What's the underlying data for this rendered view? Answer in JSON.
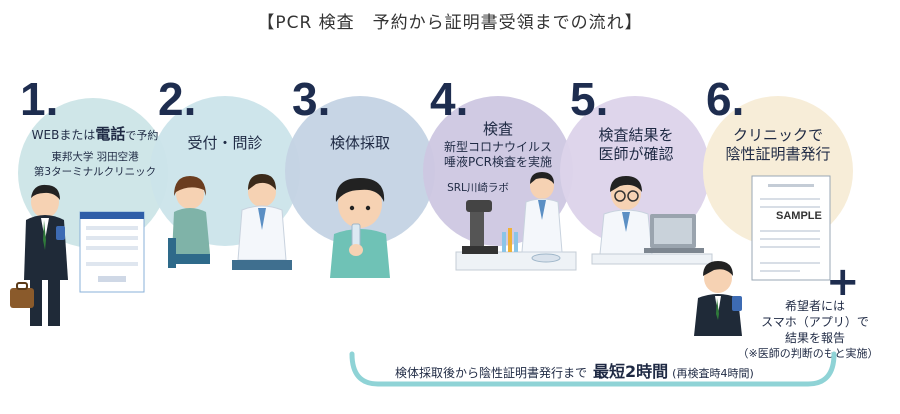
{
  "title": "【PCR 検査　予約から証明書受領までの流れ】",
  "steps": [
    {
      "number": "1.",
      "line1": "WEBまたは",
      "line1_em": "電話",
      "line1_tail": "で予約",
      "line2": "東邦大学 羽田空港",
      "line3": "第3ターミナルクリニック"
    },
    {
      "number": "2.",
      "line1": "受付・問診"
    },
    {
      "number": "3.",
      "line1": "検体採取"
    },
    {
      "number": "4.",
      "line1": "検査",
      "line2": "新型コロナウイルス",
      "line3": "唾液PCR検査を実施",
      "line4": "SRL川崎ラボ"
    },
    {
      "number": "5.",
      "line1": "検査結果を",
      "line2": "医師が確認"
    },
    {
      "number": "6.",
      "line1": "クリニックで",
      "line2": "陰性証明書発行"
    }
  ],
  "certificate_sample": "SAMPLE",
  "extra": {
    "plus": "+",
    "line1": "希望者には",
    "line2": "スマホ（アプリ）で",
    "line3": "結果を報告",
    "line4": "（※医師の判断のもと実施）"
  },
  "bottom": {
    "prefix": "検体採取後から陰性証明書発行まで",
    "emphasis": "最短2時間",
    "note": "(再検査時4時間)"
  },
  "colors": {
    "c1": "#cfe6e8",
    "c2": "#cbe4ea",
    "c3": "#c4d3e4",
    "c4": "#cdc7e2",
    "c5": "#dcd3ea",
    "c6": "#f7edd8",
    "bottom_arc": "#8fd3d6"
  }
}
